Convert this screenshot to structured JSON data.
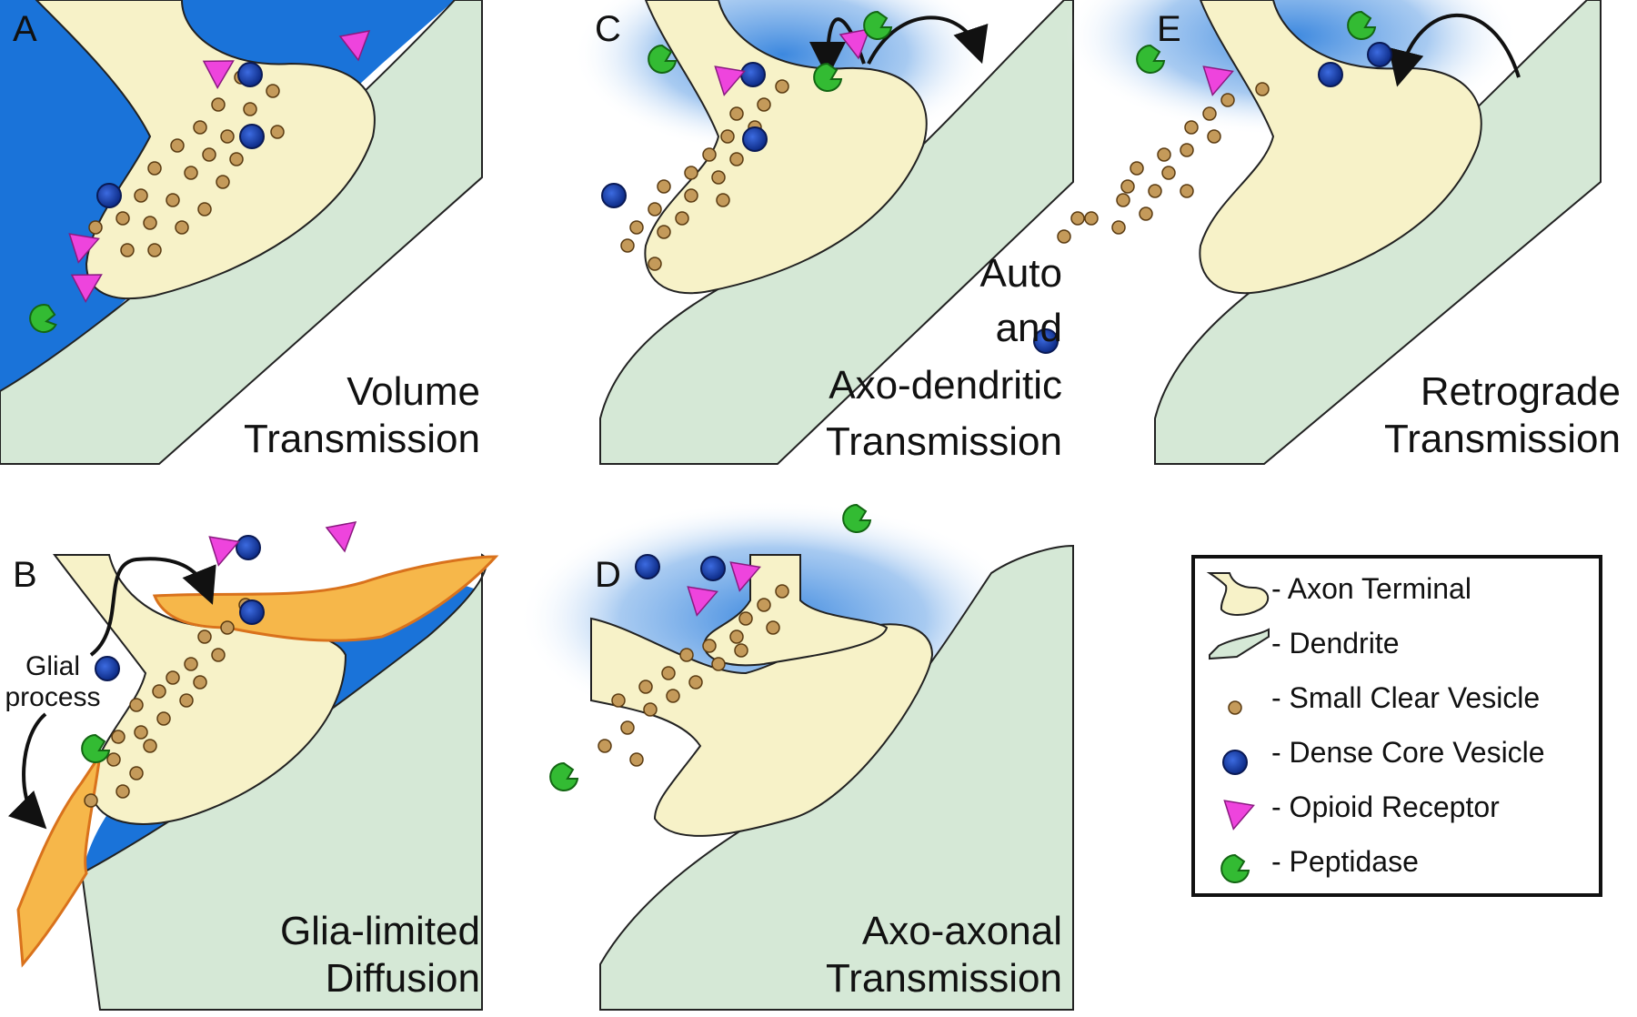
{
  "panels": [
    {
      "letter": "A",
      "title_lines": [
        "Volume",
        "Transmission"
      ]
    },
    {
      "letter": "B",
      "title_lines": [
        "Glia-limited",
        "Diffusion"
      ],
      "annotation_lines": [
        "Glial",
        "process"
      ]
    },
    {
      "letter": "C",
      "title_lines": [
        "Auto",
        "and",
        "Axo-dendritic",
        "Transmission"
      ]
    },
    {
      "letter": "D",
      "title_lines": [
        "Axo-axonal",
        "Transmission"
      ]
    },
    {
      "letter": "E",
      "title_lines": [
        "Retrograde",
        "Transmission"
      ]
    }
  ],
  "legend": {
    "items": [
      {
        "icon": "axon-terminal-icon",
        "label": "- Axon Terminal"
      },
      {
        "icon": "dendrite-icon",
        "label": "- Dendrite"
      },
      {
        "icon": "small-clear-vesicle-icon",
        "label": "- Small Clear Vesicle"
      },
      {
        "icon": "dense-core-vesicle-icon",
        "label": "- Dense Core Vesicle"
      },
      {
        "icon": "opioid-receptor-icon",
        "label": "- Opioid Receptor"
      },
      {
        "icon": "peptidase-icon",
        "label": "- Peptidase"
      }
    ]
  },
  "colors": {
    "axon_fill": "#f7f2c8",
    "dendrite_fill": "#d5e8d6",
    "extracellular_blue": "#1a73d9",
    "glia_fill": "#f6b74a",
    "glia_stroke": "#d9721c",
    "small_vesicle": "#c49a5a",
    "dense_core": "#1f3fa8",
    "receptor": "#ee44dd",
    "peptidase": "#33bb33"
  }
}
